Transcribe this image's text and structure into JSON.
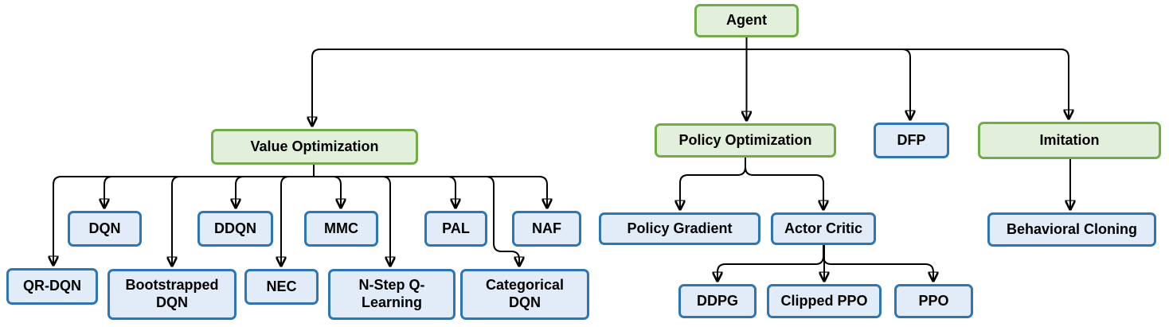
{
  "diagram": {
    "type": "tree-hierarchy",
    "colors": {
      "category_fill": "#e2efda",
      "category_border": "#70ad47",
      "algorithm_fill": "#e2ecf8",
      "algorithm_border": "#2e75b6",
      "connector": "#000000"
    },
    "nodes": {
      "agent": {
        "label": "Agent",
        "type": "category"
      },
      "value_optimization": {
        "label": "Value Optimization",
        "type": "category"
      },
      "policy_optimization": {
        "label": "Policy Optimization",
        "type": "category"
      },
      "dfp": {
        "label": "DFP",
        "type": "algorithm"
      },
      "imitation": {
        "label": "Imitation",
        "type": "category"
      },
      "dqn": {
        "label": "DQN",
        "type": "algorithm"
      },
      "ddqn": {
        "label": "DDQN",
        "type": "algorithm"
      },
      "mmc": {
        "label": "MMC",
        "type": "algorithm"
      },
      "pal": {
        "label": "PAL",
        "type": "algorithm"
      },
      "naf": {
        "label": "NAF",
        "type": "algorithm"
      },
      "qr_dqn": {
        "label": "QR-DQN",
        "type": "algorithm"
      },
      "bootstrapped_dqn": {
        "label": "Bootstrapped DQN",
        "type": "algorithm"
      },
      "nec": {
        "label": "NEC",
        "type": "algorithm"
      },
      "n_step_q_learning": {
        "label": "N-Step Q-Learning",
        "type": "algorithm"
      },
      "categorical_dqn": {
        "label": "Categorical DQN",
        "type": "algorithm"
      },
      "policy_gradient": {
        "label": "Policy Gradient",
        "type": "algorithm"
      },
      "actor_critic": {
        "label": "Actor Critic",
        "type": "algorithm"
      },
      "ddpg": {
        "label": "DDPG",
        "type": "algorithm"
      },
      "clipped_ppo": {
        "label": "Clipped PPO",
        "type": "algorithm"
      },
      "ppo": {
        "label": "PPO",
        "type": "algorithm"
      },
      "behavioral_cloning": {
        "label": "Behavioral Cloning",
        "type": "algorithm"
      }
    },
    "edges": [
      {
        "from": "agent",
        "to": "value_optimization"
      },
      {
        "from": "agent",
        "to": "policy_optimization"
      },
      {
        "from": "agent",
        "to": "dfp"
      },
      {
        "from": "agent",
        "to": "imitation"
      },
      {
        "from": "value_optimization",
        "to": "qr_dqn"
      },
      {
        "from": "value_optimization",
        "to": "dqn"
      },
      {
        "from": "value_optimization",
        "to": "bootstrapped_dqn"
      },
      {
        "from": "value_optimization",
        "to": "ddqn"
      },
      {
        "from": "value_optimization",
        "to": "nec"
      },
      {
        "from": "value_optimization",
        "to": "mmc"
      },
      {
        "from": "value_optimization",
        "to": "n_step_q_learning"
      },
      {
        "from": "value_optimization",
        "to": "pal"
      },
      {
        "from": "value_optimization",
        "to": "categorical_dqn"
      },
      {
        "from": "value_optimization",
        "to": "naf"
      },
      {
        "from": "policy_optimization",
        "to": "policy_gradient"
      },
      {
        "from": "policy_optimization",
        "to": "actor_critic"
      },
      {
        "from": "actor_critic",
        "to": "ddpg"
      },
      {
        "from": "actor_critic",
        "to": "clipped_ppo"
      },
      {
        "from": "actor_critic",
        "to": "ppo"
      },
      {
        "from": "imitation",
        "to": "behavioral_cloning"
      }
    ]
  }
}
